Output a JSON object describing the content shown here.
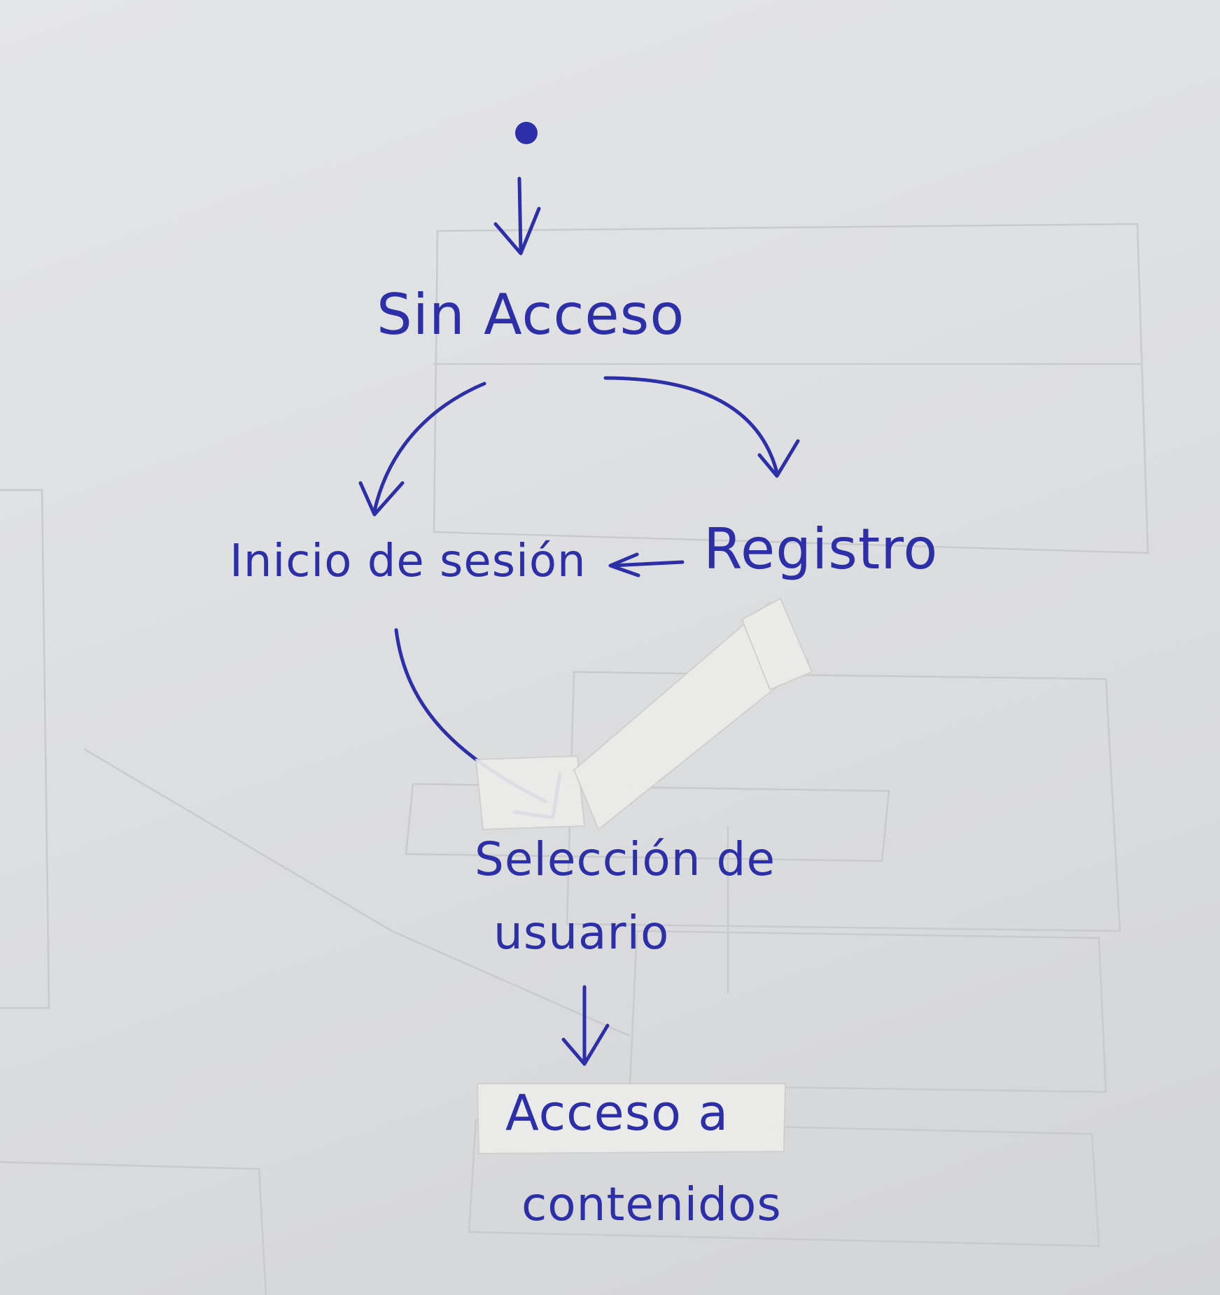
{
  "diagram": {
    "start_icon": "filled-circle",
    "nodes": {
      "sin_acceso": "Sin Acceso",
      "inicio_sesion": "Inicio de sesión",
      "registro": "Registro",
      "seleccion_line1": "Selección de",
      "seleccion_line2": "usuario",
      "acceso_line1": "Acceso a",
      "acceso_line2": "contenidos"
    },
    "edges": [
      {
        "from": "start",
        "to": "Sin Acceso"
      },
      {
        "from": "Sin Acceso",
        "to": "Inicio de sesión"
      },
      {
        "from": "Sin Acceso",
        "to": "Registro"
      },
      {
        "from": "Registro",
        "to": "Inicio de sesión"
      },
      {
        "from": "Inicio de sesión",
        "to": "Selección de usuario"
      },
      {
        "from": "Selección de usuario",
        "to": "Acceso a contenidos"
      }
    ],
    "colors": {
      "ink": "#2c2fa8",
      "paper": "#dedfe1",
      "tape": "#ececea"
    }
  }
}
